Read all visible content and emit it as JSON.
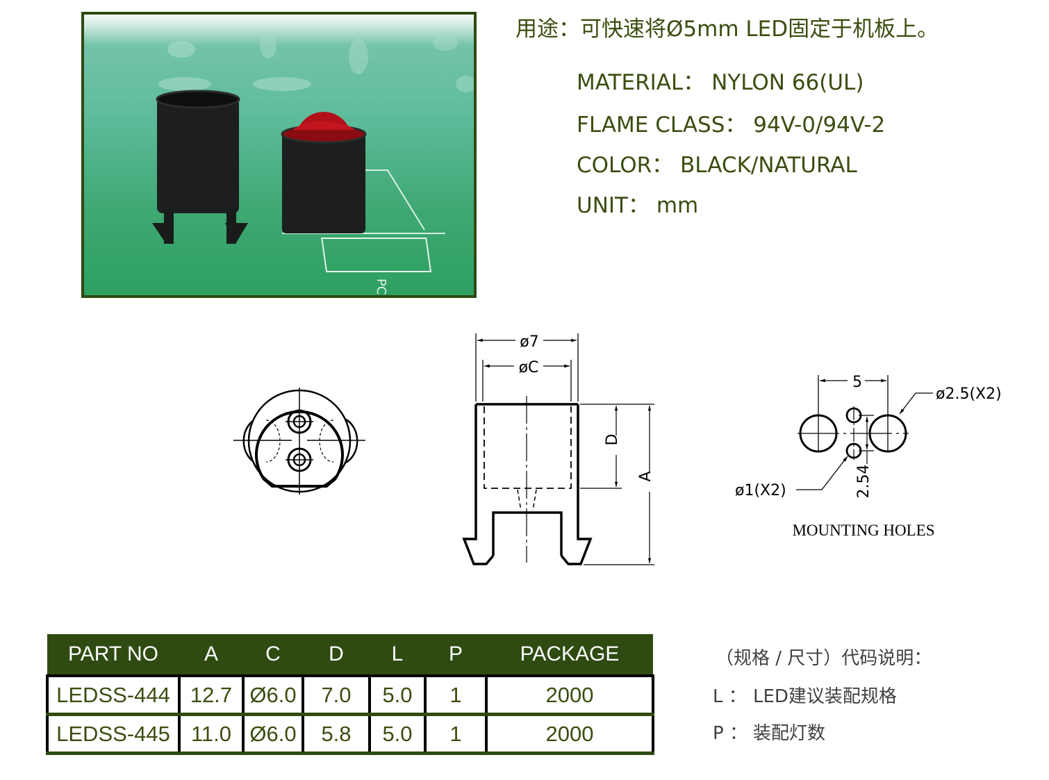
{
  "photo": {
    "alt": "Two black nylon LED spacers on green PCB, one holding a red 5mm LED",
    "border_color": "#2e4a12"
  },
  "usage_text": "用途：可快速将Ø5mm LED固定于机板上。",
  "specs": [
    {
      "label": "MATERIAL：",
      "value": "NYLON 66(UL)"
    },
    {
      "label": "FLAME CLASS：",
      "value": "94V-0/94V-2"
    },
    {
      "label": "COLOR：",
      "value": "BLACK/NATURAL"
    },
    {
      "label": "UNIT：",
      "value": "mm"
    }
  ],
  "drawings": {
    "side_view": {
      "outer_dim": "ø7",
      "inner_dim": "øC",
      "depth_dim": "D",
      "height_dim": "A"
    },
    "mounting_holes": {
      "pitch_dim": "5",
      "large_hole": "ø2.5(X2)",
      "small_hole": "ø1(X2)",
      "small_pitch": "2.54",
      "caption": "MOUNTING HOLES"
    }
  },
  "table": {
    "headers": [
      "PART NO",
      "A",
      "C",
      "D",
      "L",
      "P",
      "PACKAGE"
    ],
    "rows": [
      [
        "LEDSS-444",
        "12.7",
        "Ø6.0",
        "7.0",
        "5.0",
        "1",
        "2000"
      ],
      [
        "LEDSS-445",
        "11.0",
        "Ø6.0",
        "5.8",
        "5.0",
        "1",
        "2000"
      ]
    ],
    "header_bg": "#2f4b12"
  },
  "legend": {
    "title": "（规格 / 尺寸）代码说明：",
    "items": [
      {
        "key": "L ：",
        "text": "LED建议装配规格"
      },
      {
        "key": "P ：",
        "text": "装配灯数"
      }
    ]
  },
  "colors": {
    "text_green": "#3b4d10",
    "dark_green": "#2f4b12"
  }
}
